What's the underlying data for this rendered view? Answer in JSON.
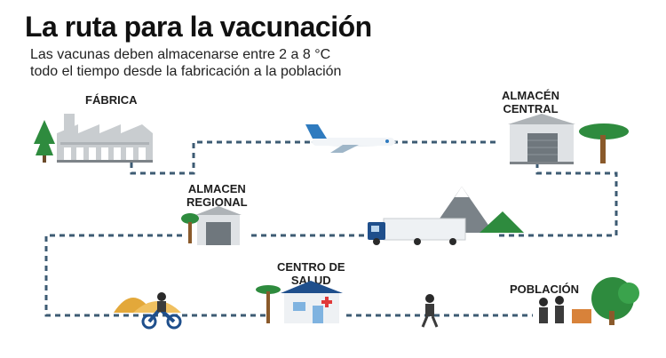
{
  "title": "La ruta para la vacunación",
  "subtitle_lines": [
    "Las vacunas deben almacenarse entre 2 a 8 °C",
    "todo el tiempo desde la fabricación a la población"
  ],
  "stages": {
    "factory": {
      "label": "FÁBRICA"
    },
    "central_warehouse": {
      "line1": "ALMACÉN",
      "line2": "CENTRAL"
    },
    "regional_warehouse": {
      "line1": "ALMACEN",
      "line2": "REGIONAL"
    },
    "health_center": {
      "line1": "CENTRO DE",
      "line2": "SALUD"
    },
    "population": {
      "label": "POBLACIÓN"
    }
  },
  "colors": {
    "route_line": "#3d5b73",
    "building_gray": "#c9cdd0",
    "tree_green": "#2e8b3e",
    "truck_blue": "#1f4f8c",
    "plane_blue": "#2f7bbf",
    "health_cross": "#e03a3a"
  }
}
